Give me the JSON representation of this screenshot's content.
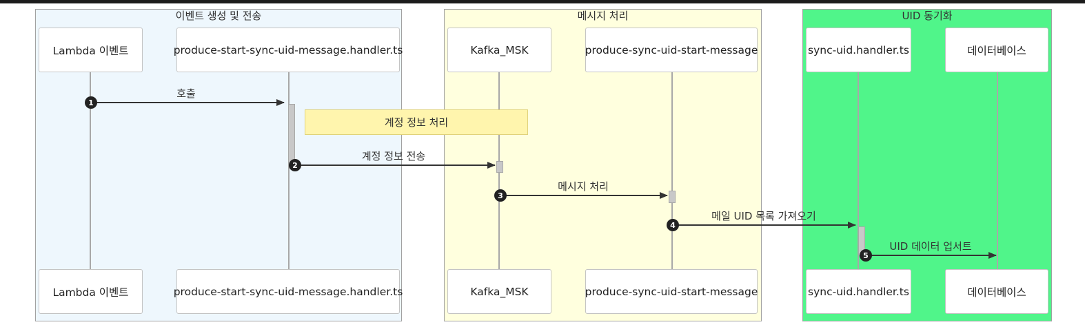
{
  "groups": [
    {
      "title": "이벤트 생성 및 전송",
      "color": "#eef7fd"
    },
    {
      "title": "메시지 처리",
      "color": "#ffffde"
    },
    {
      "title": "UID 동기화",
      "color": "#50f58a"
    }
  ],
  "participants": [
    {
      "label": "Lambda 이벤트"
    },
    {
      "label": "produce-start-sync-uid-message.handler.ts"
    },
    {
      "label": "Kafka_MSK"
    },
    {
      "label": "produce-sync-uid-start-message"
    },
    {
      "label": "sync-uid.handler.ts"
    },
    {
      "label": "데이터베이스"
    }
  ],
  "note": {
    "text": "계정 정보 처리",
    "color": "#fff5ad"
  },
  "messages": [
    {
      "seq": "1",
      "from": 0,
      "to": 1,
      "label": "호출"
    },
    {
      "seq": "2",
      "from": 1,
      "to": 2,
      "label": "계정 정보 전송"
    },
    {
      "seq": "3",
      "from": 2,
      "to": 3,
      "label": "메시지 처리"
    },
    {
      "seq": "4",
      "from": 3,
      "to": 4,
      "label": "메일 UID 목록 가져오기"
    },
    {
      "seq": "5",
      "from": 4,
      "to": 5,
      "label": "UID 데이터 업서트"
    }
  ]
}
